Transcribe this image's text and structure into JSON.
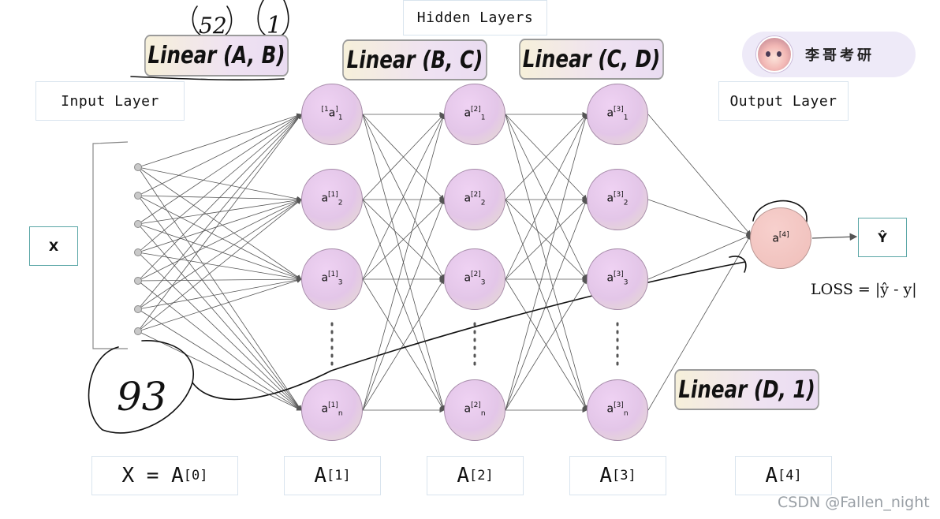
{
  "labels": {
    "hidden_layers": "Hidden Layers",
    "input_layer": "Input Layer",
    "output_layer": "Output Layer",
    "x_box": "X",
    "y_hat_box": "Ŷ",
    "loss": "LOSS = |ŷ - y|"
  },
  "linear_boxes": [
    "Linear (A, B)",
    "Linear (B, C)",
    "Linear (C, D)",
    "Linear (D, 1)"
  ],
  "layer1_nodes": [
    {
      "pre": "[1",
      "base": "a",
      "sup": "]",
      "sub": "1"
    },
    {
      "pre": "",
      "base": "a",
      "sup": "[1]",
      "sub": "2"
    },
    {
      "pre": "",
      "base": "a",
      "sup": "[1]",
      "sub": "3"
    },
    {
      "pre": "",
      "base": "a",
      "sup": "[1]",
      "sub": "n"
    }
  ],
  "layer2_nodes": [
    {
      "pre": "",
      "base": "a",
      "sup": "[2]",
      "sub": "1"
    },
    {
      "pre": "",
      "base": "a",
      "sup": "[2]",
      "sub": "2"
    },
    {
      "pre": "",
      "base": "a",
      "sup": "[2]",
      "sub": "3"
    },
    {
      "pre": "",
      "base": "a",
      "sup": "[2]",
      "sub": "n"
    }
  ],
  "layer3_nodes": [
    {
      "pre": "",
      "base": "a",
      "sup": "[3]",
      "sub": "1"
    },
    {
      "pre": "",
      "base": "a",
      "sup": "[3]",
      "sub": "2"
    },
    {
      "pre": "",
      "base": "a",
      "sup": "[3]",
      "sub": "3"
    },
    {
      "pre": "",
      "base": "a",
      "sup": "[3]",
      "sub": "n"
    }
  ],
  "output_node": {
    "base": "a",
    "sup": "[4]"
  },
  "bottom_labels": [
    {
      "base": "X = A",
      "sup": "[0]"
    },
    {
      "base": "A",
      "sup": "[1]"
    },
    {
      "base": "A",
      "sup": "[2]"
    },
    {
      "base": "A",
      "sup": "[3]"
    },
    {
      "base": "A",
      "sup": "[4]"
    }
  ],
  "handwritten": {
    "top_left": "52",
    "top_right": "1",
    "bottom_left": "93"
  },
  "badge": {
    "text": "李哥考研",
    "icon": "avatar-icon"
  },
  "watermark": "CSDN @Fallen_night",
  "colors": {
    "node_fill": "#e3c6e8",
    "output_fill": "#efbeb9",
    "pill_border": "#9a9a9a",
    "line": "#555555"
  }
}
